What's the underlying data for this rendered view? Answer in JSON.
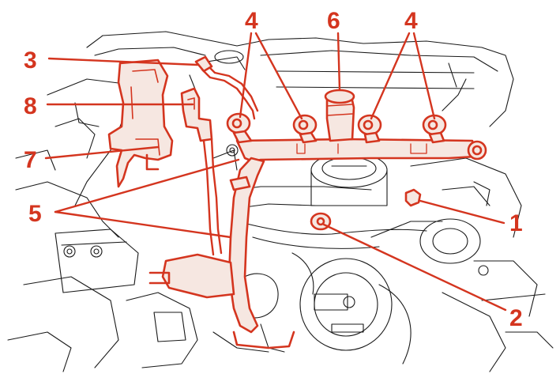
{
  "figure": {
    "colors": {
      "highlight": "#d4351f",
      "highlight_fill": "#f6e7e1",
      "line_art": "#1a1a1a",
      "background": "#ffffff"
    },
    "callouts": [
      {
        "id": "c1",
        "label": "1"
      },
      {
        "id": "c2",
        "label": "2"
      },
      {
        "id": "c3",
        "label": "3"
      },
      {
        "id": "c4a",
        "label": "4"
      },
      {
        "id": "c4b",
        "label": "4"
      },
      {
        "id": "c5",
        "label": "5"
      },
      {
        "id": "c6",
        "label": "6"
      },
      {
        "id": "c7",
        "label": "7"
      },
      {
        "id": "c8",
        "label": "8"
      }
    ]
  }
}
